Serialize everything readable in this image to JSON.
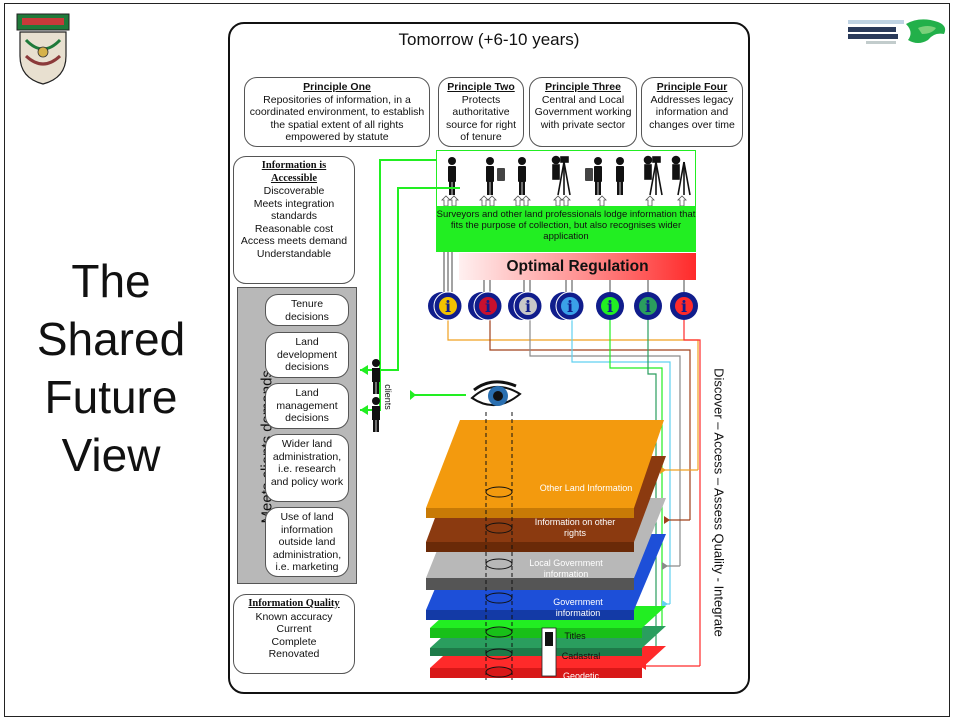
{
  "slide": {
    "title_lines": [
      "The",
      "Shared",
      "Future",
      "View"
    ]
  },
  "diagram": {
    "heading": "Tomorrow (+6-10 years)",
    "principles": [
      {
        "title": "Principle One",
        "text": "Repositories of information, in a coordinated environment, to establish the spatial extent of all rights empowered by statute"
      },
      {
        "title": "Principle Two",
        "text": "Protects authoritative source for right of tenure"
      },
      {
        "title": "Principle Three",
        "text": "Central and Local Government working with private sector"
      },
      {
        "title": "Principle Four",
        "text": "Addresses legacy information and changes over time"
      }
    ],
    "accessible": {
      "title": "Information is Accessible",
      "items": [
        "Discoverable",
        "Meets integration standards",
        "Reasonable cost",
        "Access meets demand",
        "Understandable"
      ]
    },
    "demands_label": "Meets clients demands...",
    "demands": [
      "Tenure decisions",
      "Land development decisions",
      "Land management decisions",
      "Wider land administration, i.e. research and policy work",
      "Use of land information outside land administration, i.e. marketing"
    ],
    "quality": {
      "title": "Information Quality",
      "items": [
        "Known accuracy",
        "Current",
        "Complete",
        "Renovated"
      ]
    },
    "surveyors_text": "Surveyors and other land professionals lodge information that fits the purpose of collection, but also recognises wider application",
    "optimal_regulation": "Optimal Regulation",
    "clients_label": "clients",
    "vertical_label": "Discover – Access – Assess Quality - Integrate",
    "info_icon_glyph": "i",
    "layers": [
      {
        "label": "Other Land Information",
        "color": "#f39a0e"
      },
      {
        "label": "Information on other rights",
        "color": "#8b3a10"
      },
      {
        "label": "Local Government information",
        "color": "#b8b8b8"
      },
      {
        "label": "Government information",
        "color": "#1d4fd8"
      },
      {
        "label": "Titles",
        "color": "#22ee22"
      },
      {
        "label": "Cadastral",
        "color": "#2a9e5e"
      },
      {
        "label": "Geodetic",
        "color": "#ff2a2a"
      }
    ],
    "colors": {
      "accent_green": "#22ee22",
      "info_navy": "#101d8c",
      "info_red": "#c8102e",
      "info_yellow": "#f2c200",
      "info_lightblue": "#3aa0e8"
    },
    "icons": [
      "crest-logo",
      "land-information-logo",
      "person-icon",
      "surveyor-tripod-icon",
      "eye-icon",
      "info-icon"
    ]
  }
}
